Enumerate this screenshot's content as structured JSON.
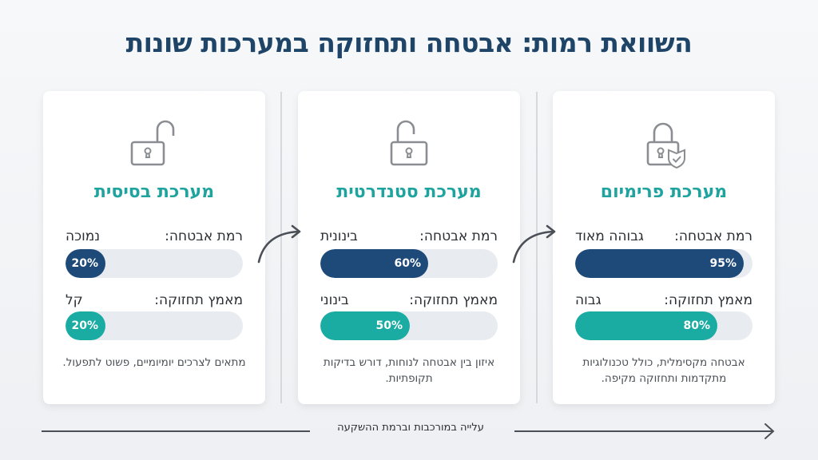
{
  "title": "השוואת רמות: אבטחה ותחזוקה במערכות שונות",
  "labels": {
    "security": "רמת אבטחה:",
    "maintenance": "מאמץ תחזוקה:"
  },
  "cards": [
    {
      "name": "מערכת פרימיום",
      "icon": "lock-with-shield-icon",
      "security_level": "גבוהה מאוד",
      "security_pct": "95%",
      "maintenance_level": "גבוה",
      "maintenance_pct": "80%",
      "description": "אבטחה מקסימלית, כולל טכנולוגיות מתקדמות ותחזוקה מקיפה."
    },
    {
      "name": "מערכת סטנדרטית",
      "icon": "unlocked-padlock-icon",
      "security_level": "בינונית",
      "security_pct": "60%",
      "maintenance_level": "בינוני",
      "maintenance_pct": "50%",
      "description": "איזון בין אבטחה לנוחות, דורש בדיקות תקופתיות."
    },
    {
      "name": "מערכת בסיסית",
      "icon": "unlocked-padlock-icon",
      "security_level": "נמוכה",
      "security_pct": "20%",
      "maintenance_level": "קל",
      "maintenance_pct": "20%",
      "description": "מתאים לצרכים יומיומיים, פשוט לתפעול."
    }
  ],
  "axis_label": "עלייה במורכבות וברמת ההשקעה",
  "colors": {
    "title": "#1e4468",
    "card_name": "#1ea39e",
    "security_bar": "#1e4a7a",
    "maintenance_bar": "#1aaca3",
    "bar_track": "#e8ebf0"
  }
}
